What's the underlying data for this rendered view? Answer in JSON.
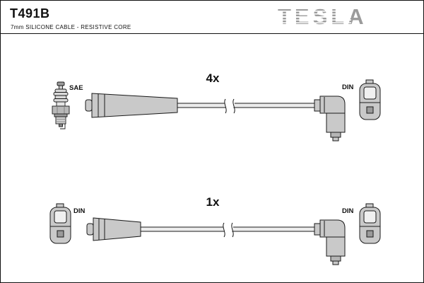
{
  "header": {
    "part_number": "T491B",
    "subtitle": "7mm SILICONE CABLE - RESISTIVE CORE",
    "brand": "TESLA"
  },
  "diagrams": [
    {
      "quantity_label": "4x",
      "left_terminal_label": "SAE",
      "right_terminal_label": "DIN",
      "left_component": "spark-plug",
      "cable_ends": [
        "straight-boot",
        "angled-boot"
      ]
    },
    {
      "quantity_label": "1x",
      "left_terminal_label": "DIN",
      "right_terminal_label": "DIN",
      "left_component": "din-terminal",
      "cable_ends": [
        "straight-boot",
        "angled-boot"
      ]
    }
  ],
  "colors": {
    "line": "#1a1a1a",
    "fill_gray": "#c9c9c9",
    "fill_light": "#ececec",
    "brand_gray": "#9b9b9b",
    "background": "#ffffff"
  }
}
